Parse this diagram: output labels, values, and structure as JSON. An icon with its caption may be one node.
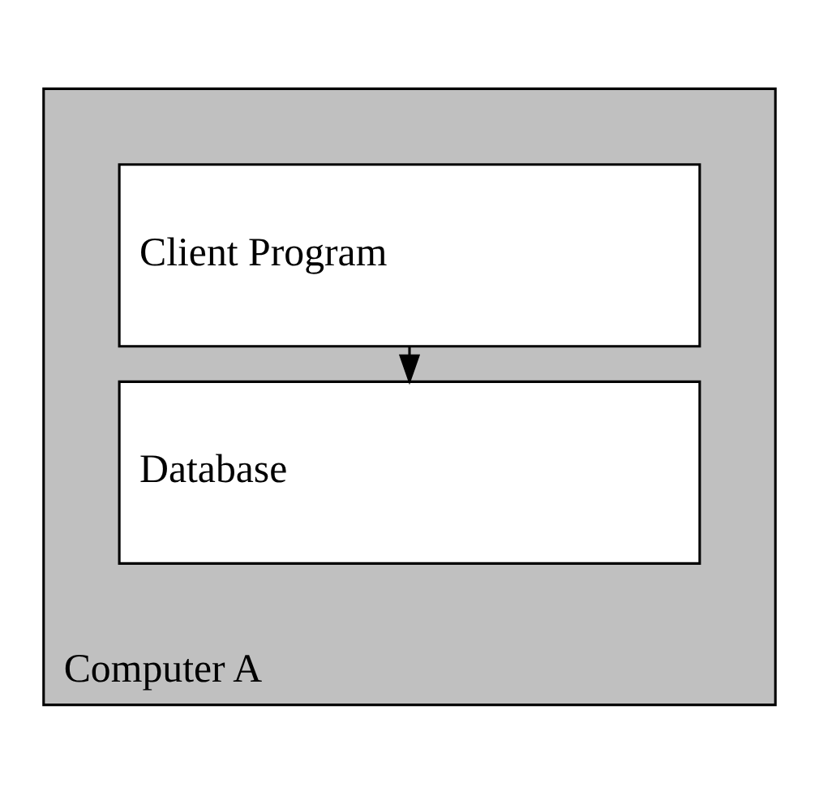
{
  "diagram": {
    "nodes": [
      {
        "text": [
          "Computer A"
        ]
      },
      {
        "text": [
          "Client Program"
        ],
        "in": 0
      },
      {
        "text": [
          "Database"
        ],
        "in": 0
      }
    ],
    "edges": [
      {
        "from": 1,
        "to": 2,
        "arrow": "to"
      }
    ]
  }
}
